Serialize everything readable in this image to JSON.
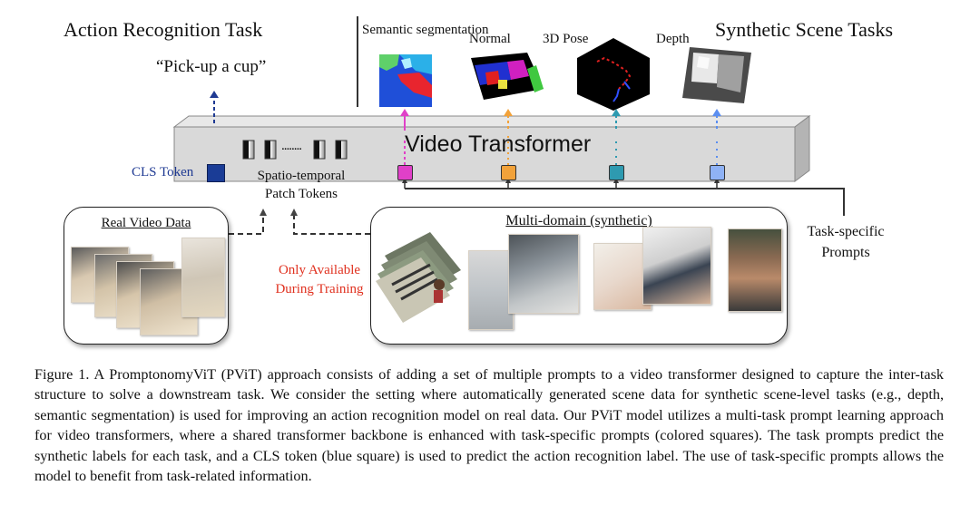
{
  "headings": {
    "left": "Action Recognition Task",
    "right": "Synthetic Scene Tasks"
  },
  "prediction": "“Pick-up a cup”",
  "tasks": [
    {
      "label": "Semantic segmentation",
      "color": "#e040c8"
    },
    {
      "label": "Normal",
      "color": "#f2a23a"
    },
    {
      "label": "3D Pose",
      "color": "#2e9ab0"
    },
    {
      "label": "Depth",
      "color": "#5b8ef0"
    }
  ],
  "transformer": {
    "label": "Video Transformer",
    "token_dots": "........"
  },
  "cls_token": {
    "label": "CLS Token",
    "color": "#1a3c96"
  },
  "patch_tokens": {
    "label_line1": "Spatio-temporal",
    "label_line2": "Patch Tokens"
  },
  "real_data": {
    "title": "Real Video Data"
  },
  "synthetic": {
    "title": "Multi-domain (synthetic)"
  },
  "training_note": {
    "line1": "Only  Available",
    "line2": "During Training"
  },
  "prompts": {
    "line1": "Task-specific",
    "line2": "Prompts"
  },
  "caption": "Figure 1. A PromptonomyViT (PViT) approach consists of adding a set of multiple prompts to a video transformer designed to capture the inter-task structure to solve a downstream task. We consider the setting where automatically generated scene data for synthetic scene-level tasks (e.g., depth, semantic segmentation) is used for improving an action recognition model on real data.  Our PViT model utilizes a multi-task prompt learning approach for video transformers, where a shared transformer backbone is enhanced with task-specific prompts (colored squares). The task prompts predict the synthetic labels for each task, and a CLS token (blue square) is used to predict the action recognition label. The use of task-specific prompts allows the model to benefit from task-related information."
}
